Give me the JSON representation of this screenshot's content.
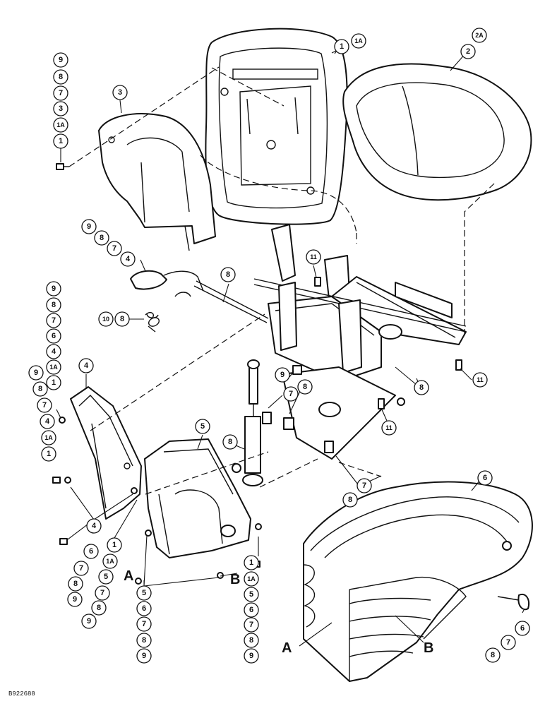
{
  "drawing_number": "B922688",
  "section_letters": {
    "a": "A",
    "b": "B"
  },
  "labels": {
    "L1": "1",
    "L1A": "1A",
    "L2A": "2A",
    "L2": "2",
    "L3": "3",
    "L4": "4",
    "L5": "5",
    "L6": "6",
    "L7": "7",
    "L8": "8",
    "L9": "9",
    "L10": "10",
    "L11": "11"
  }
}
